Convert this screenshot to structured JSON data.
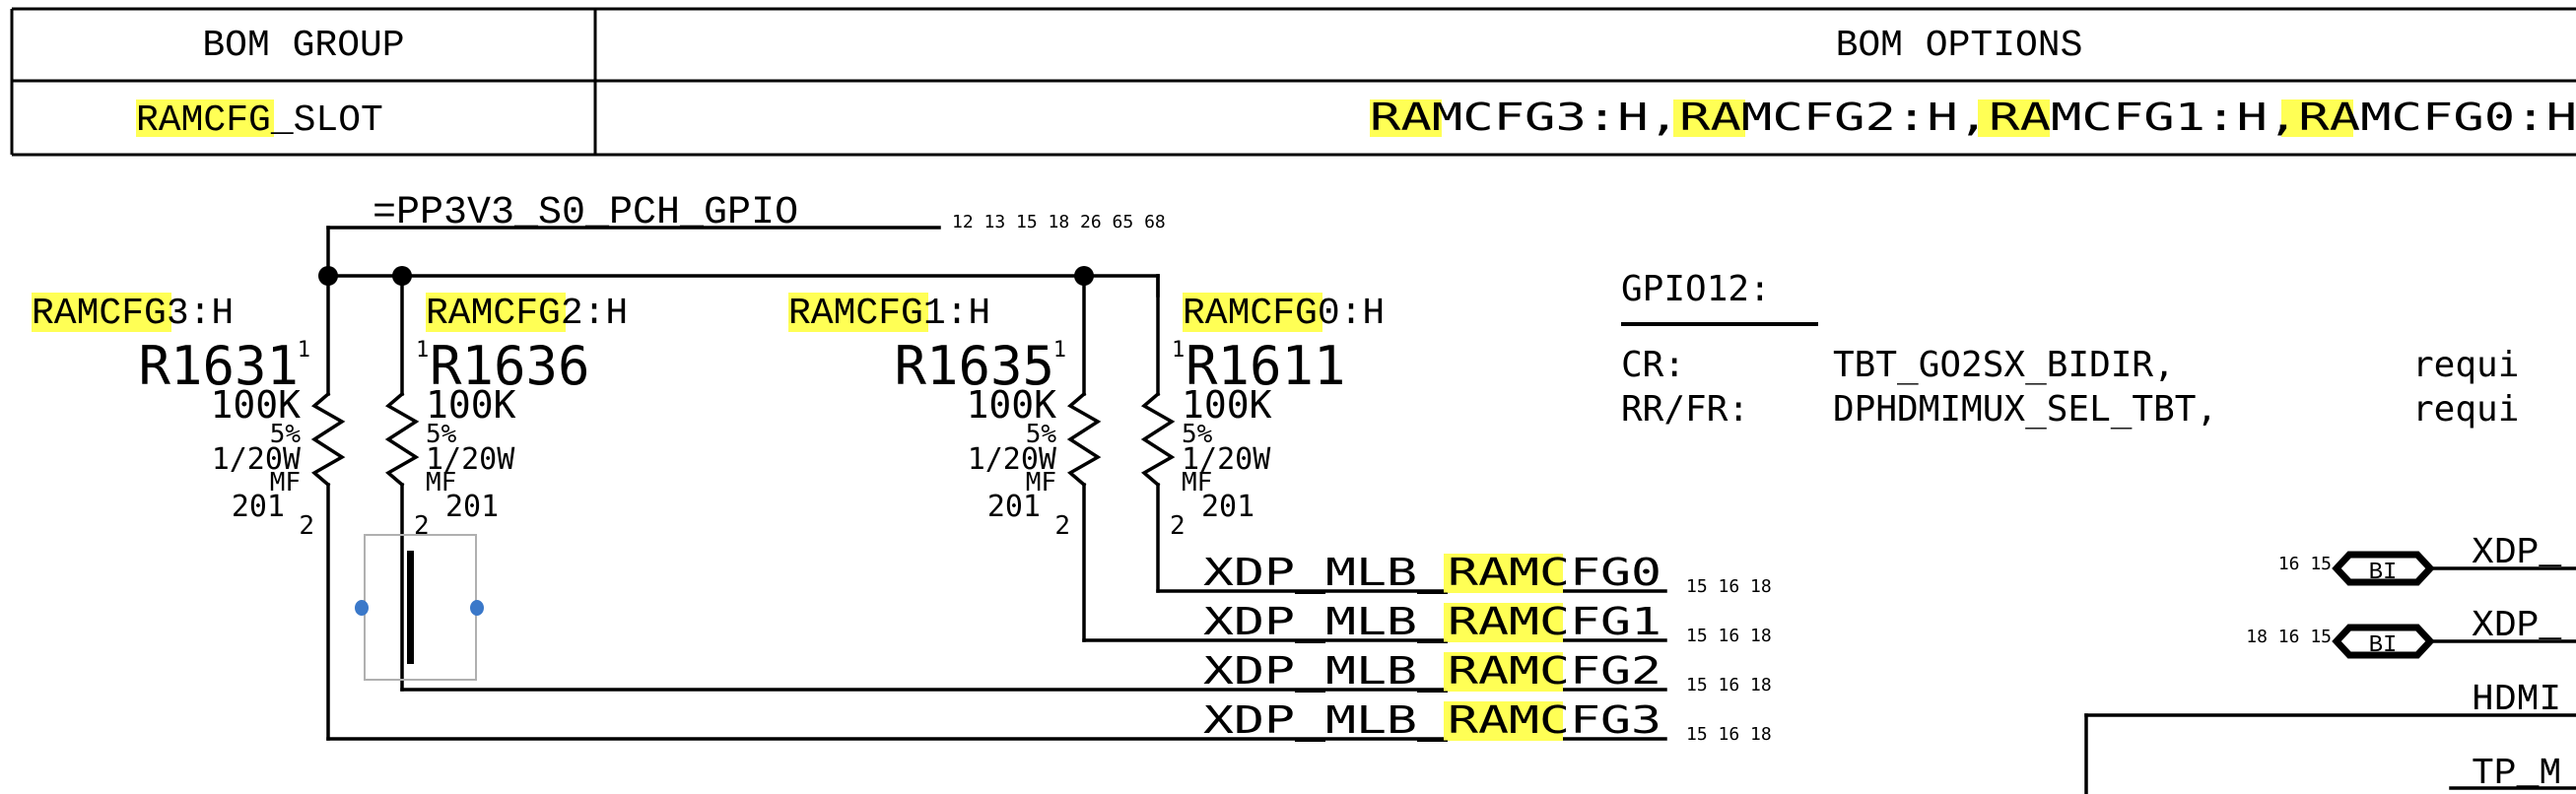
{
  "bom_table": {
    "headers": [
      "BOM GROUP",
      "BOM OPTIONS"
    ],
    "row": {
      "group": {
        "highlight": "RAMCFG",
        "rest": "_SLOT"
      },
      "options": [
        {
          "highlight": "RAMCFG",
          "rest": "3:H,"
        },
        {
          "highlight": "RAMCFG",
          "rest": "2:H,"
        },
        {
          "highlight": "RAMCFG",
          "rest": "1:H,"
        },
        {
          "highlight": "RAMCFG",
          "rest": "0:H"
        }
      ]
    }
  },
  "power_rail": {
    "name": "=PP3V3_S0_PCH_GPIO",
    "page_refs": "12 13 15 18 26 65 68"
  },
  "resistors": [
    {
      "bom_highlight": "RAMCFG",
      "bom_rest": "3:H",
      "refdes": "R1631",
      "value": "100K",
      "tolerance": "5%",
      "power": "1/20W",
      "type": "MF",
      "package": "201",
      "pin1": "1",
      "pin2": "2"
    },
    {
      "bom_highlight": "RAMCFG",
      "bom_rest": "2:H",
      "refdes": "R1636",
      "value": "100K",
      "tolerance": "5%",
      "power": "1/20W",
      "type": "MF",
      "package": "201",
      "pin1": "1",
      "pin2": "2"
    },
    {
      "bom_highlight": "RAMCFG",
      "bom_rest": "1:H",
      "refdes": "R1635",
      "value": "100K",
      "tolerance": "5%",
      "power": "1/20W",
      "type": "MF",
      "package": "201",
      "pin1": "1",
      "pin2": "2"
    },
    {
      "bom_highlight": "RAMCFG",
      "bom_rest": "0:H",
      "refdes": "R1611",
      "value": "100K",
      "tolerance": "5%",
      "power": "1/20W",
      "type": "MF",
      "package": "201",
      "pin1": "1",
      "pin2": "2"
    }
  ],
  "nets": [
    {
      "prefix": "XDP_MLB_",
      "highlight": "RAMCFG",
      "suffix": "0",
      "page_refs": "15 16 18"
    },
    {
      "prefix": "XDP_MLB_",
      "highlight": "RAMCFG",
      "suffix": "1",
      "page_refs": "15 16 18"
    },
    {
      "prefix": "XDP_MLB_",
      "highlight": "RAMCFG",
      "suffix": "2",
      "page_refs": "15 16 18"
    },
    {
      "prefix": "XDP_MLB_",
      "highlight": "RAMCFG",
      "suffix": "3",
      "page_refs": "15 16 18"
    }
  ],
  "gpio_note": {
    "title": "GPIO12:",
    "lines": [
      {
        "key": "CR:",
        "value": "TBT_GO2SX_BIDIR,",
        "tail": "requi"
      },
      {
        "key": "RR/FR:",
        "value": "DPHDMIMUX_SEL_TBT,",
        "tail": "requi"
      }
    ]
  },
  "right_ports": [
    {
      "page_refs": "16 15",
      "type": "BI",
      "net": "XDP_"
    },
    {
      "page_refs": "18 16 15",
      "type": "BI",
      "net": "XDP_"
    }
  ],
  "right_nets": [
    {
      "net": "HDMI"
    },
    {
      "net": "TP_M"
    }
  ],
  "colors": {
    "highlight": "#ffff55",
    "selection_handle": "#3a78c9",
    "selection_box": "#b0b0b0"
  }
}
